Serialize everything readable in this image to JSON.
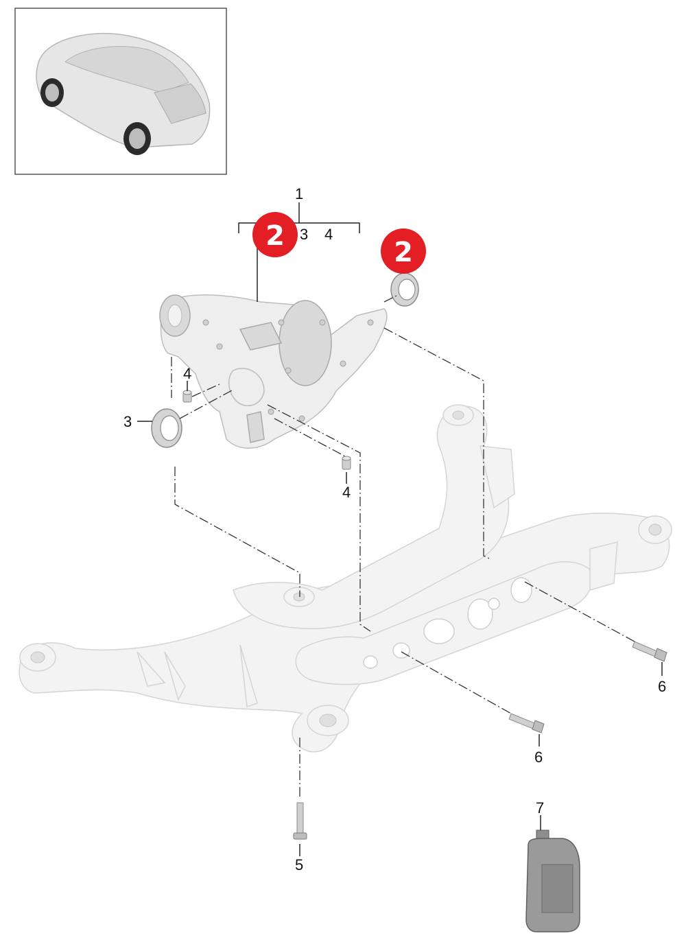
{
  "callouts": {
    "c1": "1",
    "c3_group": "3",
    "c4_group": "4",
    "c3_left": "3",
    "c4_upper": "4",
    "c4_lower": "4",
    "c5": "5",
    "c6_right": "6",
    "c6_mid": "6",
    "c7": "7"
  },
  "badges": {
    "left": "2",
    "right": "2",
    "color": "#e31e24"
  },
  "icons": {
    "thumbnail": "vehicle-suv-rear-view-icon",
    "differential": "rear-differential-icon",
    "subframe": "rear-axle-subframe-icon",
    "oil_bottle": "oil-bottle-icon"
  }
}
